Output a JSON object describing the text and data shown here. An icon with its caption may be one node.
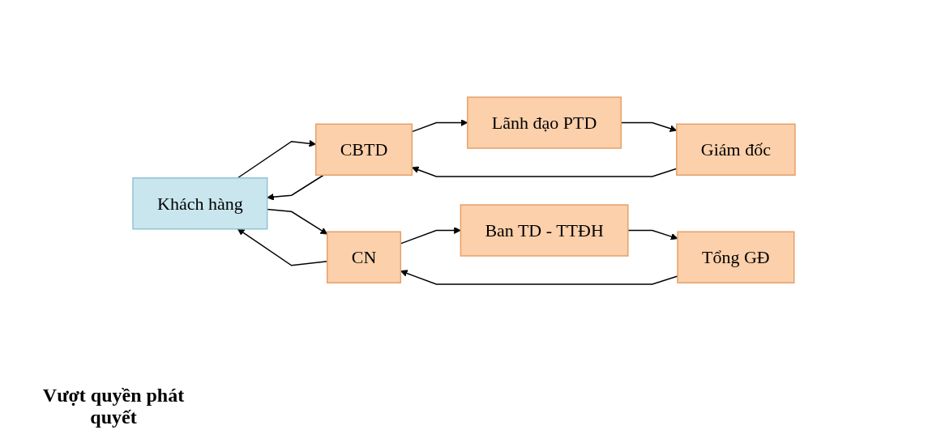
{
  "diagram": {
    "nodes": [
      {
        "text": [
          "Khách hàng"
        ]
      },
      {
        "text": [
          "CBTD"
        ]
      },
      {
        "text": [
          "Lãnh đạo PTD"
        ]
      },
      {
        "text": [
          "Giám đốc"
        ]
      },
      {
        "text": [
          "CN"
        ]
      },
      {
        "text": [
          "Ban TD - TTĐH"
        ]
      },
      {
        "text": [
          "Tổng GĐ"
        ]
      }
    ],
    "edges": [
      {
        "from": 0,
        "to": 1,
        "arrow": "to"
      },
      {
        "from": 1,
        "to": 2,
        "arrow": "to"
      },
      {
        "from": 2,
        "to": 3,
        "arrow": "to"
      },
      {
        "from": 3,
        "to": 1,
        "arrow": "to"
      },
      {
        "from": 1,
        "to": 0,
        "arrow": "to"
      },
      {
        "from": 4,
        "to": 0,
        "arrow": "to"
      },
      {
        "from": 0,
        "to": 4,
        "arrow": "to"
      },
      {
        "from": 4,
        "to": 5,
        "arrow": "to"
      },
      {
        "from": 5,
        "to": 6,
        "arrow": "to"
      },
      {
        "from": 6,
        "to": 4,
        "arrow": "to"
      }
    ],
    "labels": [
      "Vượt quyền phát quyết"
    ]
  }
}
